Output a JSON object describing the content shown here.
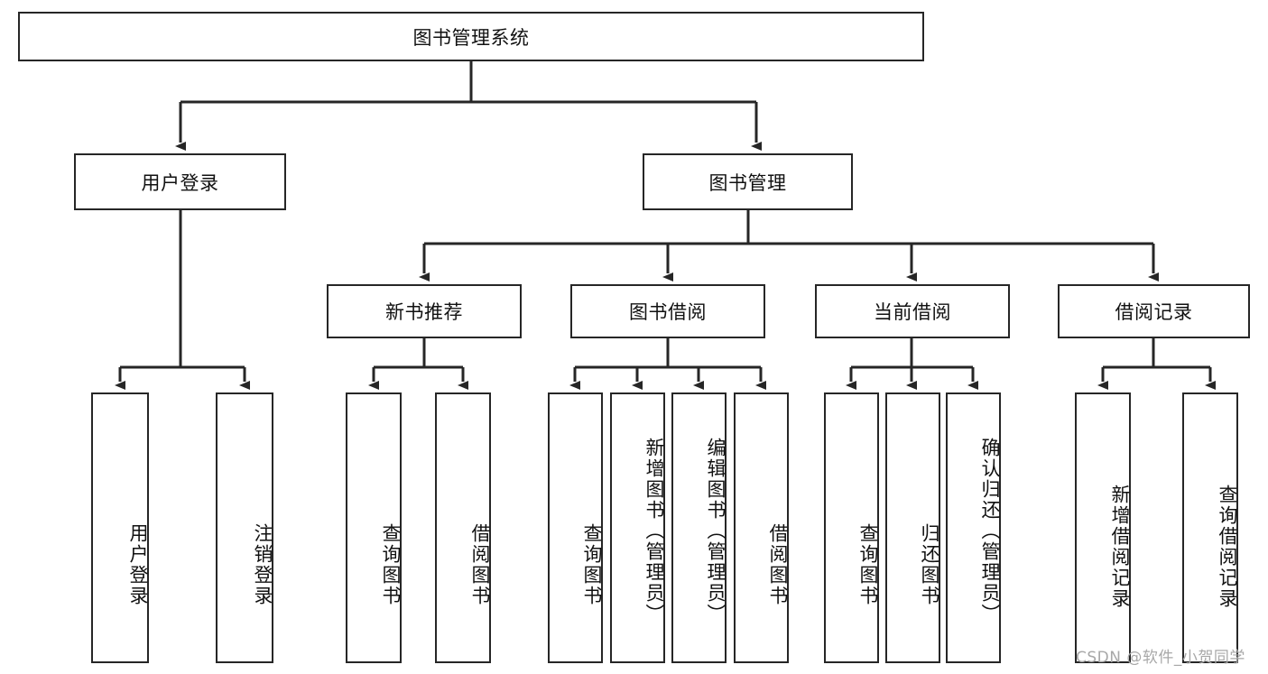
{
  "diagram": {
    "title": "图书管理系统",
    "type": "tree",
    "root": {
      "id": "root",
      "label": "图书管理系统",
      "orientation": "horizontal"
    },
    "level2": [
      {
        "id": "user-login",
        "label": "用户登录",
        "orientation": "horizontal"
      },
      {
        "id": "book-manage",
        "label": "图书管理",
        "orientation": "horizontal"
      }
    ],
    "level3": [
      {
        "id": "new-book-rec",
        "label": "新书推荐",
        "orientation": "horizontal",
        "parent": "book-manage"
      },
      {
        "id": "book-borrow",
        "label": "图书借阅",
        "orientation": "horizontal",
        "parent": "book-manage"
      },
      {
        "id": "current-borrow",
        "label": "当前借阅",
        "orientation": "horizontal",
        "parent": "book-manage"
      },
      {
        "id": "borrow-record",
        "label": "借阅记录",
        "orientation": "horizontal",
        "parent": "book-manage"
      }
    ],
    "leaves": [
      {
        "id": "leaf-user-login",
        "label": "用户登录",
        "parent": "user-login",
        "orientation": "vertical"
      },
      {
        "id": "leaf-logout",
        "label": "注销登录",
        "parent": "user-login",
        "orientation": "vertical"
      },
      {
        "id": "leaf-query-book-1",
        "label": "查询图书",
        "parent": "new-book-rec",
        "orientation": "vertical"
      },
      {
        "id": "leaf-borrow-book-1",
        "label": "借阅图书",
        "parent": "new-book-rec",
        "orientation": "vertical"
      },
      {
        "id": "leaf-query-book-2",
        "label": "查询图书",
        "parent": "book-borrow",
        "orientation": "vertical"
      },
      {
        "id": "leaf-add-book",
        "label": "新增图书（管理员）",
        "parent": "book-borrow",
        "orientation": "vertical"
      },
      {
        "id": "leaf-edit-book",
        "label": "编辑图书（管理员）",
        "parent": "book-borrow",
        "orientation": "vertical"
      },
      {
        "id": "leaf-borrow-book-2",
        "label": "借阅图书",
        "parent": "book-borrow",
        "orientation": "vertical"
      },
      {
        "id": "leaf-query-book-3",
        "label": "查询图书",
        "parent": "current-borrow",
        "orientation": "vertical"
      },
      {
        "id": "leaf-return-book",
        "label": "归还图书",
        "parent": "current-borrow",
        "orientation": "vertical"
      },
      {
        "id": "leaf-confirm-return",
        "label": "确认归还（管理员）",
        "parent": "current-borrow",
        "orientation": "vertical"
      },
      {
        "id": "leaf-add-record",
        "label": "新增借阅记录",
        "parent": "borrow-record",
        "orientation": "vertical"
      },
      {
        "id": "leaf-query-record",
        "label": "查询借阅记录",
        "parent": "borrow-record",
        "orientation": "vertical"
      }
    ],
    "colors": {
      "stroke": "#262626",
      "fill": "#ffffff",
      "text": "#111111",
      "watermark": "#a8a8a8"
    }
  },
  "watermark": {
    "text": "CSDN @软件_小贺同学"
  }
}
